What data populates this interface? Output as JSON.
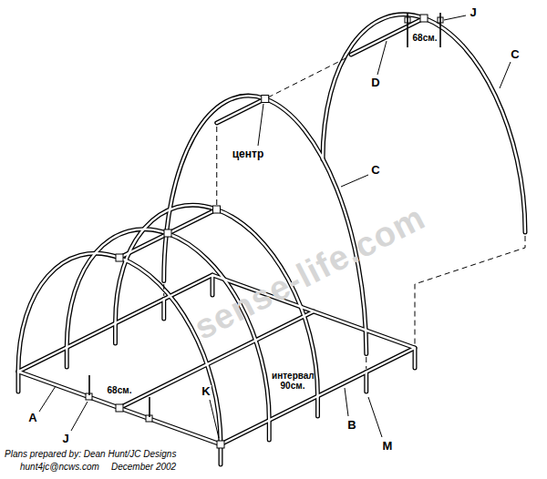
{
  "diagram": {
    "labels": [
      "J",
      "68см.",
      "C",
      "D",
      "центр",
      "C",
      "sense-life.com",
      "A",
      "J",
      "68см.",
      "K",
      "интервал 90см.",
      "B",
      "M",
      "Plans prepared by: Dean Hunt/JC Designs",
      "hunt4jc@ncws.com",
      "December 2002"
    ]
  }
}
